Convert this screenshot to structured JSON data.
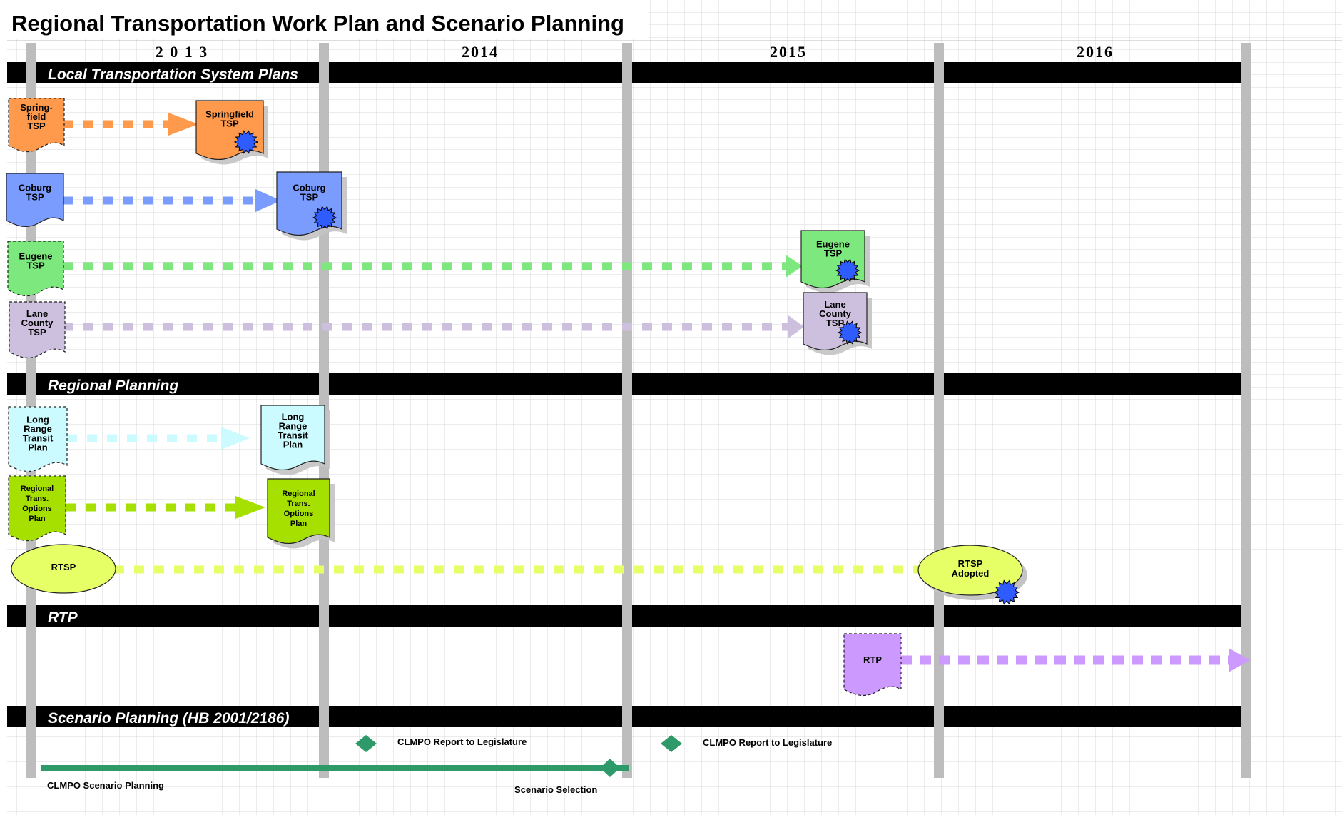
{
  "title": "Regional Transportation Work Plan and Scenario Planning",
  "years": [
    "2 0 1 3",
    "2014",
    "2015",
    "2016"
  ],
  "sections": {
    "local": "Local Transportation System Plans",
    "regional": "Regional Planning",
    "rtp": "RTP",
    "scenario": "Scenario Planning (HB 2001/2186)"
  },
  "colors": {
    "springfield": "#ff9a4d",
    "coburg": "#7b9cff",
    "eugene": "#7de87d",
    "lane": "#ccc0de",
    "ltp": "#ccfbff",
    "rto": "#a6e000",
    "rtsp": "#e6ff66",
    "rtp": "#cc99ff",
    "milestone": "#2e9a6a",
    "seal": "#2f5cff"
  },
  "items": {
    "springfield_start": [
      "Spring-",
      "field",
      "TSP"
    ],
    "springfield_end": [
      "Springfield",
      "TSP"
    ],
    "coburg_start": [
      "Coburg",
      "TSP"
    ],
    "coburg_end": [
      "Coburg",
      "TSP"
    ],
    "eugene_start": [
      "Eugene",
      "TSP"
    ],
    "eugene_end": [
      "Eugene",
      "TSP"
    ],
    "lane_start": [
      "Lane",
      "County",
      "TSP"
    ],
    "lane_end": [
      "Lane",
      "County",
      "TSP"
    ],
    "ltp_start": [
      "Long",
      "Range",
      "Transit",
      "Plan"
    ],
    "ltp_end": [
      "Long",
      "Range",
      "Transit",
      "Plan"
    ],
    "rto_start": [
      "Regional",
      "Trans.",
      "Options",
      "Plan"
    ],
    "rto_end": [
      "Regional",
      "Trans.",
      "Options",
      "Plan"
    ],
    "rtsp_start": [
      "RTSP"
    ],
    "rtsp_end": [
      "RTSP",
      "Adopted"
    ],
    "rtp": [
      "RTP"
    ]
  },
  "milestones": {
    "report_1": "CLMPO Report to Legislature",
    "report_2": "CLMPO Report to Legislature",
    "scenario_selection": "Scenario Selection",
    "scenario_planning": "CLMPO Scenario Planning"
  }
}
